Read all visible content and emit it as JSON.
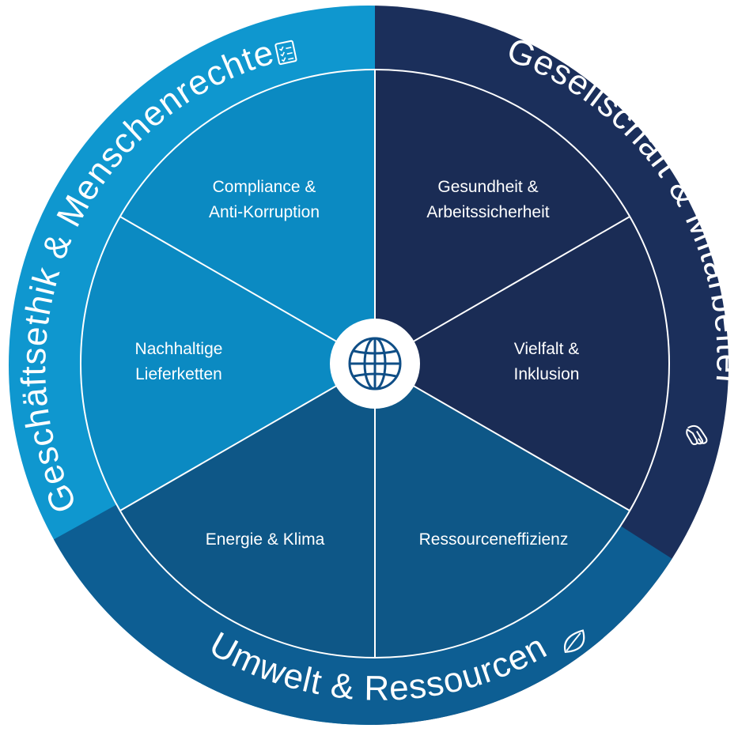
{
  "colors": {
    "outer_ethik": "#0f97cf",
    "outer_gesellschaft": "#1b2f5b",
    "outer_umwelt": "#0d5e93",
    "inner_ethik": "#0b8ac2",
    "inner_gesellschaft": "#1a2c55",
    "inner_umwelt": "#0e5787",
    "divider": "#ffffff",
    "center_fill": "#ffffff",
    "center_icon": "#0f4e86"
  },
  "outer_ring": {
    "ethik": {
      "label": "Geschäftsethik & Menschenrechte",
      "icon": "checklist-icon"
    },
    "gesellschaft": {
      "label": "Gesellschaft & Mitarbeiter",
      "icon": "handshake-icon"
    },
    "umwelt": {
      "label": "Umwelt & Ressourcen",
      "icon": "leaf-icon"
    }
  },
  "segments": [
    {
      "id": "compliance",
      "lines": [
        "Compliance &",
        "Anti-Korruption"
      ]
    },
    {
      "id": "gesundheit",
      "lines": [
        "Gesundheit &",
        "Arbeitssicherheit"
      ]
    },
    {
      "id": "vielfalt",
      "lines": [
        "Vielfalt &",
        "Inklusion"
      ]
    },
    {
      "id": "ressourcen",
      "lines": [
        "Ressourceneffizienz"
      ]
    },
    {
      "id": "energie",
      "lines": [
        "Energie & Klima"
      ]
    },
    {
      "id": "lieferketten",
      "lines": [
        "Nachhaltige",
        "Lieferketten"
      ]
    }
  ],
  "center": {
    "icon": "globe-icon"
  }
}
